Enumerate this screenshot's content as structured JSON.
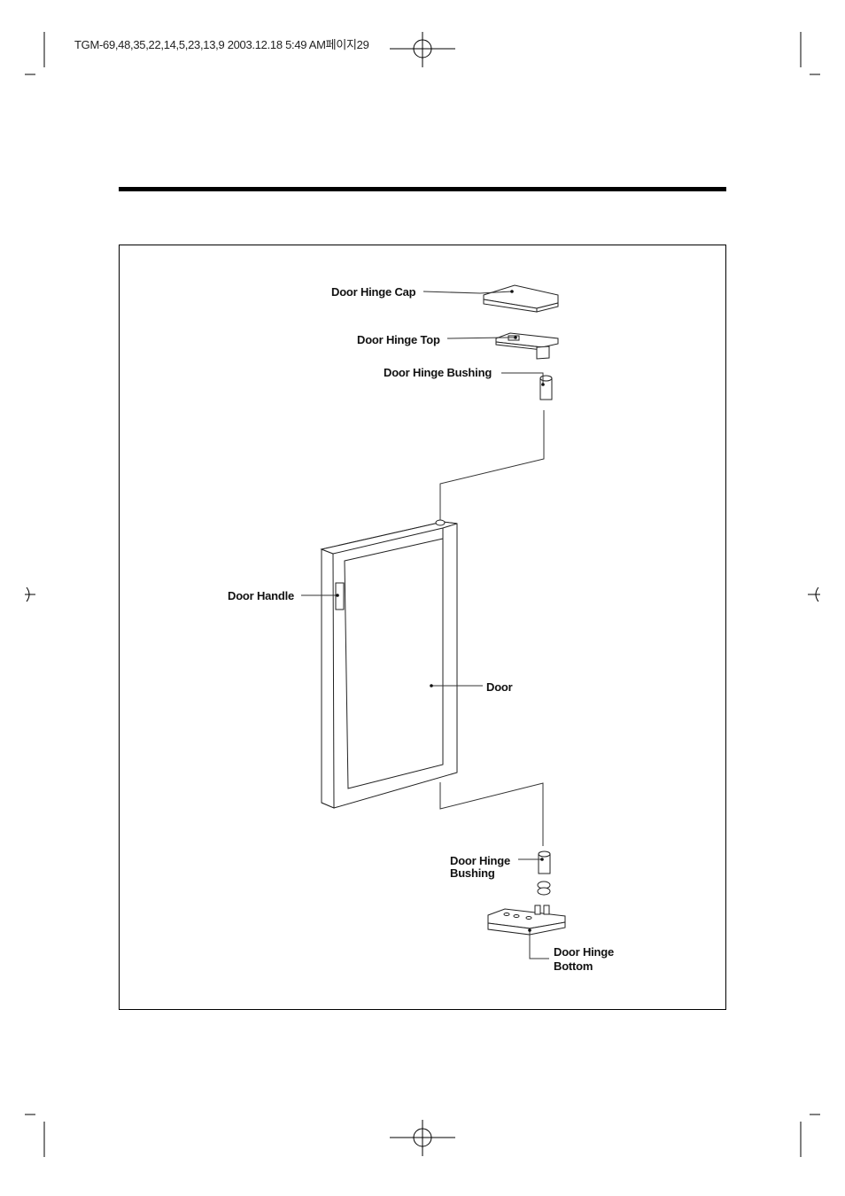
{
  "print_header": "TGM-69,48,35,22,14,5,23,13,9  2003.12.18 5:49 AM페이지29",
  "labels": {
    "hinge_cap": "Door Hinge Cap",
    "hinge_top": "Door Hinge Top",
    "hinge_bushing_top": "Door Hinge Bushing",
    "handle": "Door Handle",
    "door": "Door",
    "bushing_bottom_l1": "Door Hinge",
    "bushing_bottom_l2": "Bushing",
    "hinge_bottom_l1": "Door Hinge",
    "hinge_bottom_l2": "Bottom"
  },
  "colors": {
    "ink": "#111111",
    "line": "#333333",
    "rule": "#000000"
  }
}
